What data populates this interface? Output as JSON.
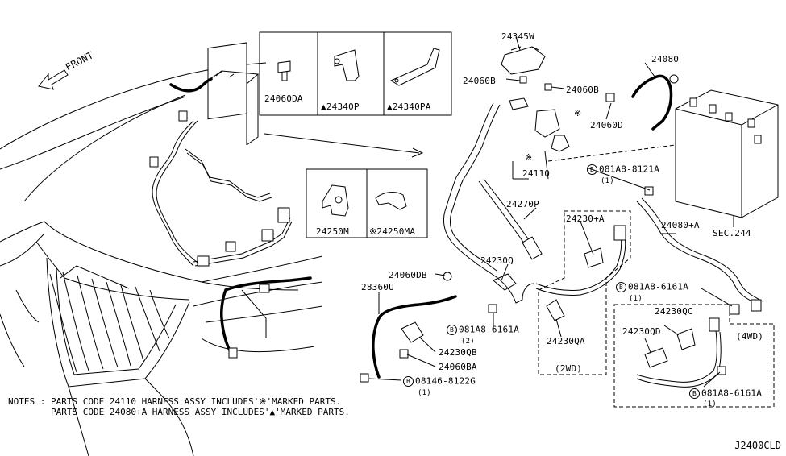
{
  "front_label": "FRONT",
  "parts": {
    "p24345W": "24345W",
    "p24080": "24080",
    "p24060B_a": "24060B",
    "p24060B_b": "24060B",
    "p24060DA": "24060DA",
    "p24340P": "▲24340P",
    "p24340PA": "▲24340PA",
    "p24060D": "24060D",
    "p24110": "24110",
    "p081A8_8121A": "081A8-8121A",
    "q1a": "(1)",
    "p24270P": "24270P",
    "p24230A": "24230+A",
    "p24080A": "24080+A",
    "p24250M": "24250M",
    "p24250MA": "※24250MA",
    "sec244": "SEC.244",
    "p24230Q": "24230Q",
    "p24060DB": "24060DB",
    "p28360U": "28360U",
    "p081A8_6161A_a": "081A8-6161A",
    "q1b": "(1)",
    "p081A8_6161A_b": "081A8-6161A",
    "q2": "(2)",
    "p24230QC": "24230QC",
    "p24230QD": "24230QD",
    "p4wd": "(4WD)",
    "p24230QB": "24230QB",
    "p24230QA": "24230QA",
    "p2wd": "(2WD)",
    "p24060BA": "24060BA",
    "p08146_8122G": "08146-8122G",
    "q1c": "(1)",
    "p081A8_6161A_c": "081A8-6161A",
    "q1d": "(1)",
    "star_a": "※",
    "star_b": "※",
    "b_sym": "B"
  },
  "notes": {
    "line1": "NOTES : PARTS CODE 24110 HARNESS ASSY INCLUDES'※'MARKED PARTS.",
    "line2": "        PARTS CODE 24080+A HARNESS ASSY INCLUDES'▲'MARKED PARTS."
  },
  "diagram_code": "J2400CLD"
}
